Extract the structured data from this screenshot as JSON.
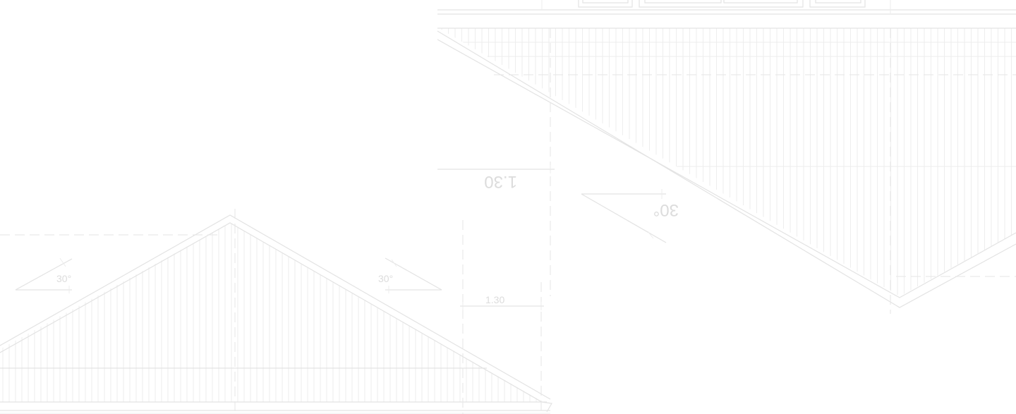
{
  "drawing": {
    "line_color": "#e3e3e3",
    "label_color": "#dcdcdc",
    "labels": {
      "front_left_angle": "30°",
      "front_right_angle": "30°",
      "front_dimension": "1.30",
      "rotated_dimension": "1.30",
      "rotated_angle": "30°"
    }
  }
}
